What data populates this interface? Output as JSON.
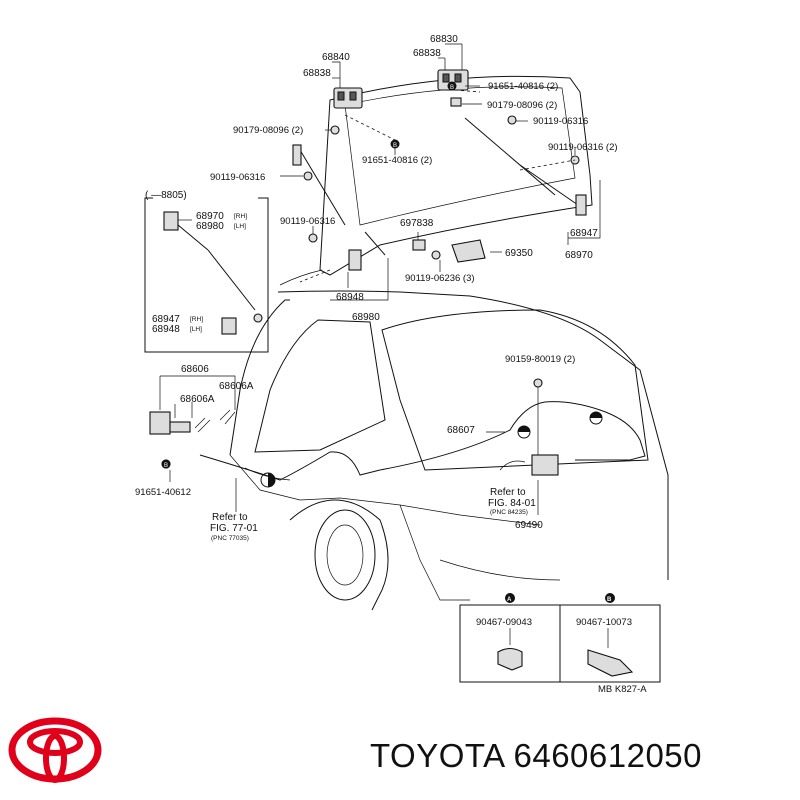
{
  "labels": {
    "p68830": "68830",
    "p68840": "68840",
    "p68838a": "68838",
    "p68838b": "68838",
    "p9165140816a": "91651-40816 (2)",
    "p9017908096a": "90179-08096 (2)",
    "p9011906316a": "90119-06316",
    "p9017908096b": "90179-08096 (2)",
    "p9165140816b": "91651-40816 (2)",
    "p9011906316b": "90119-06316 (2)",
    "p9011906316c": "90119-06316",
    "p8805": "( —8805)",
    "p68970rh": "68970",
    "rh1": "[RH]",
    "p68980lh": "68980",
    "lh1": "[LH]",
    "p9011906316d": "90119-06316",
    "p697838": "697838",
    "p69350": "69350",
    "p68947r": "68947",
    "p68970r": "68970",
    "p9011906236": "90119-06236 (3)",
    "p68948": "68948",
    "p68980": "68980",
    "p68947rh": "68947",
    "rh2": "[RH]",
    "p68948lh": "68948",
    "lh2": "[LH]",
    "p68606": "68606",
    "p68606Aa": "68606A",
    "p68606Ab": "68606A",
    "p9015980019": "90159-80019 (2)",
    "p68607": "68607",
    "p9165140612": "91651-40612",
    "refer1a": "Refer to",
    "refer1b": "FIG. 77-01",
    "refer1c": "(PNC 77035)",
    "refer2a": "Refer to",
    "refer2b": "FIG. 84-01",
    "refer2c": "(PNC 84235)",
    "p69490": "69490",
    "box_a_label": "A",
    "box_a_part": "90467-09043",
    "box_b_label": "B",
    "box_b_part": "90467-10073",
    "fig_code": "MB  K827-A",
    "mark_b1": "B",
    "mark_b2": "B",
    "mark_b3": "B"
  },
  "brand": {
    "name": "TOYOTA",
    "part_number": "6460612050",
    "logo_color": "#e0001a"
  }
}
